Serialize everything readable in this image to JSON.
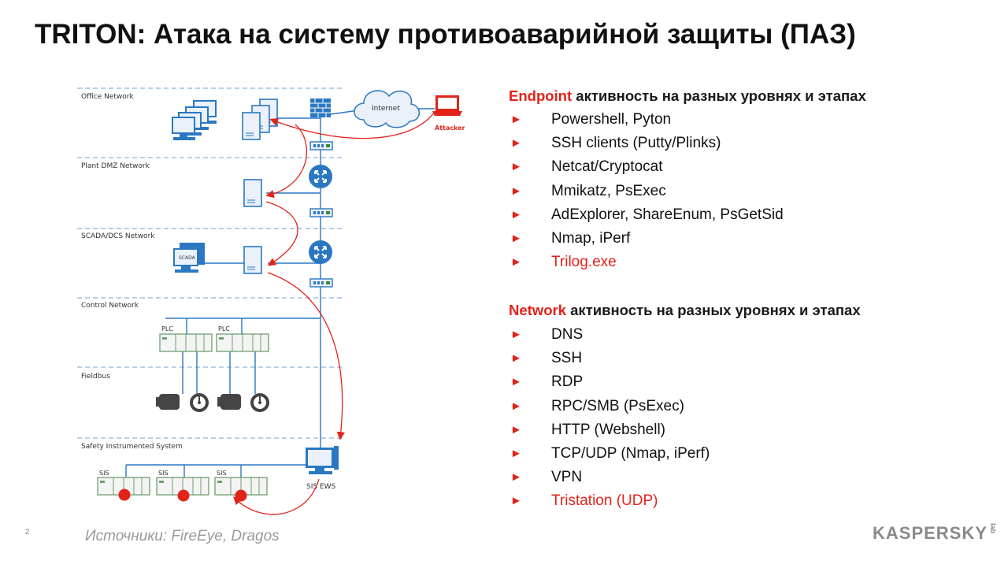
{
  "title": "TRITON: Атака на систему противоаварийной защиты (ПАЗ)",
  "diagram": {
    "zones": [
      "Office Network",
      "Plant DMZ Network",
      "SCADA/DCS Network",
      "Control Network",
      "Fieldbus",
      "Safety Instrumented System"
    ],
    "internet_label": "Internet",
    "attacker_label": "Attacker",
    "scada_screen_label": "SCADA",
    "plc_label": "PLC",
    "sis_label": "SIS",
    "sis_ews_label": "SIS EWS"
  },
  "endpoint": {
    "keyword": "Endpoint",
    "rest": " активность на разных уровнях и этапах",
    "items": [
      "Powershell, Pyton",
      "SSH clients (Putty/Plinks)",
      "Netcat/Cryptocat",
      "Mmikatz, PsExec",
      "AdExplorer, ShareEnum, PsGetSid",
      "Nmap, iPerf",
      "Trilog.exe"
    ]
  },
  "network": {
    "keyword": "Network",
    "rest": " активность на разных уровнях и этапах",
    "items": [
      "DNS",
      "SSH",
      "RDP",
      "RPC/SMB (PsExec)",
      "HTTP (Webshell)",
      "TCP/UDP (Nmap, iPerf)",
      "VPN",
      "Tristation (UDP)"
    ]
  },
  "bullet": "►",
  "footer": {
    "sources": "Источники: FireEye, Dragos",
    "page_number": "2",
    "logo": "KASPERSKY",
    "logo_lab": "lab"
  },
  "colors": {
    "accent": "#e2231a",
    "network_blue": "#2b78c2",
    "zone_line": "#8fb4dc"
  }
}
